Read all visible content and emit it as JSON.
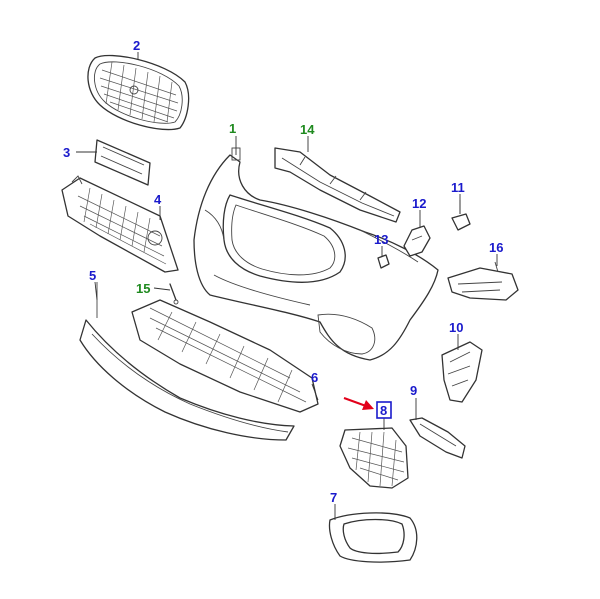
{
  "colors": {
    "callout_blue": "#1a1acc",
    "callout_green": "#1f8a1f",
    "arrow_red": "#e2001a",
    "line": "#333333"
  },
  "callouts": [
    {
      "id": "c1",
      "label": "1",
      "color": "green"
    },
    {
      "id": "c2",
      "label": "2",
      "color": "blue"
    },
    {
      "id": "c3",
      "label": "3",
      "color": "blue"
    },
    {
      "id": "c4",
      "label": "4",
      "color": "blue"
    },
    {
      "id": "c5",
      "label": "5",
      "color": "blue"
    },
    {
      "id": "c6",
      "label": "6",
      "color": "blue"
    },
    {
      "id": "c7",
      "label": "7",
      "color": "blue"
    },
    {
      "id": "c8",
      "label": "8",
      "color": "blue",
      "highlighted": true
    },
    {
      "id": "c9",
      "label": "9",
      "color": "blue"
    },
    {
      "id": "c10",
      "label": "10",
      "color": "blue"
    },
    {
      "id": "c11",
      "label": "11",
      "color": "blue"
    },
    {
      "id": "c12",
      "label": "12",
      "color": "blue"
    },
    {
      "id": "c13",
      "label": "13",
      "color": "blue"
    },
    {
      "id": "c14",
      "label": "14",
      "color": "green"
    },
    {
      "id": "c15",
      "label": "15",
      "color": "green"
    },
    {
      "id": "c16",
      "label": "16",
      "color": "blue"
    }
  ]
}
